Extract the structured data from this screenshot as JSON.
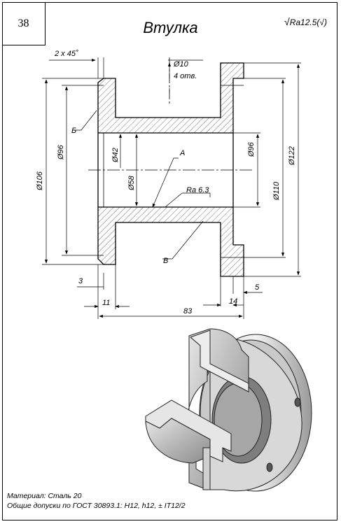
{
  "sheet": {
    "number": "38",
    "title": "Втулка",
    "roughness": "Ra12.5",
    "roughness_tail": "(√)"
  },
  "dimensions": {
    "chamfer": "2 x 45˚",
    "hole_dia": "Ø10",
    "hole_count": "4 отв.",
    "d96_left": "Ø96",
    "d106": "Ø106",
    "d42": "Ø42",
    "d58": "Ø58",
    "d96_right": "Ø96",
    "d110": "Ø110",
    "d122": "Ø122",
    "ra": "Ra 6.3",
    "v3": "3",
    "v11": "11",
    "v83": "83",
    "v14": "14",
    "v5": "5"
  },
  "labels": {
    "a": "А",
    "b": "Б",
    "v": "В"
  },
  "notes": {
    "material": "Материал: Сталь 20",
    "tolerances": "Общие допуски по ГОСТ 30893.1: H12, h12, ± IT12/2"
  }
}
